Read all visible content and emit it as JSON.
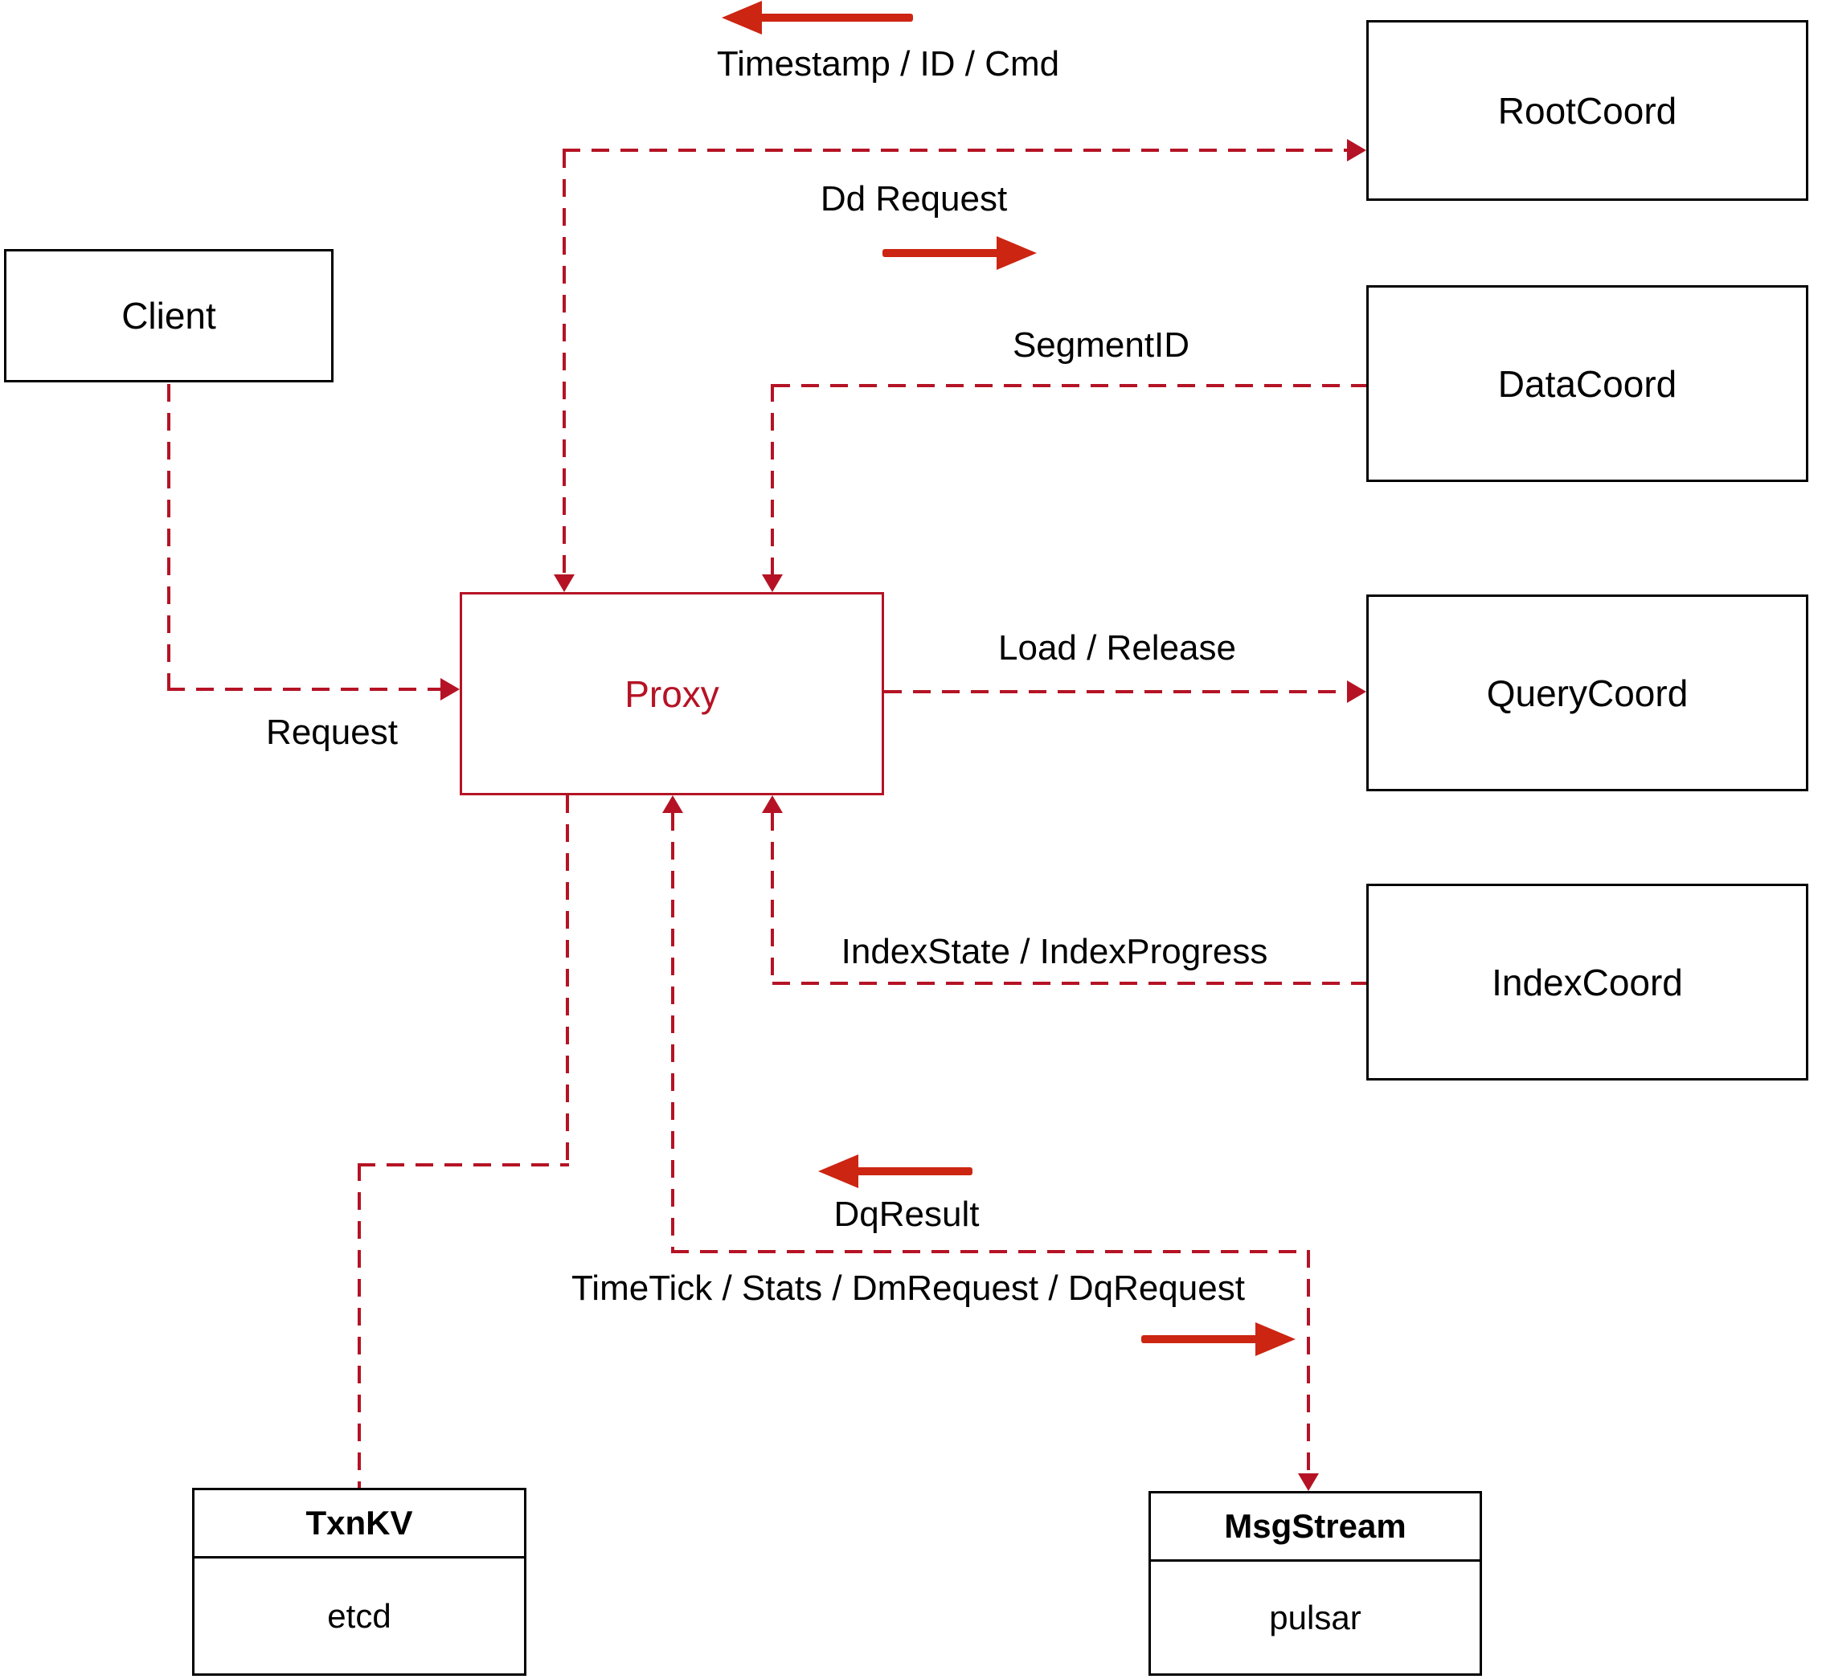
{
  "colors": {
    "dashed_line": "#b51325",
    "solid_arrow": "#cc2512",
    "box_border": "#000000",
    "proxy_accent": "#b51325",
    "background": "#ffffff"
  },
  "nodes": {
    "client": "Client",
    "root_coord": "RootCoord",
    "data_coord": "DataCoord",
    "query_coord": "QueryCoord",
    "index_coord": "IndexCoord",
    "proxy": "Proxy",
    "txn_kv": {
      "title": "TxnKV",
      "body": "etcd"
    },
    "msg_stream": {
      "title": "MsgStream",
      "body": "pulsar"
    }
  },
  "labels": {
    "timestamp_id_cmd": "Timestamp / ID / Cmd",
    "dd_request": "Dd Request",
    "segment_id": "SegmentID",
    "load_release": "Load / Release",
    "index_state": "IndexState / IndexProgress",
    "request": "Request",
    "dq_result": "DqResult",
    "timetick": "TimeTick / Stats / DmRequest / DqRequest"
  }
}
